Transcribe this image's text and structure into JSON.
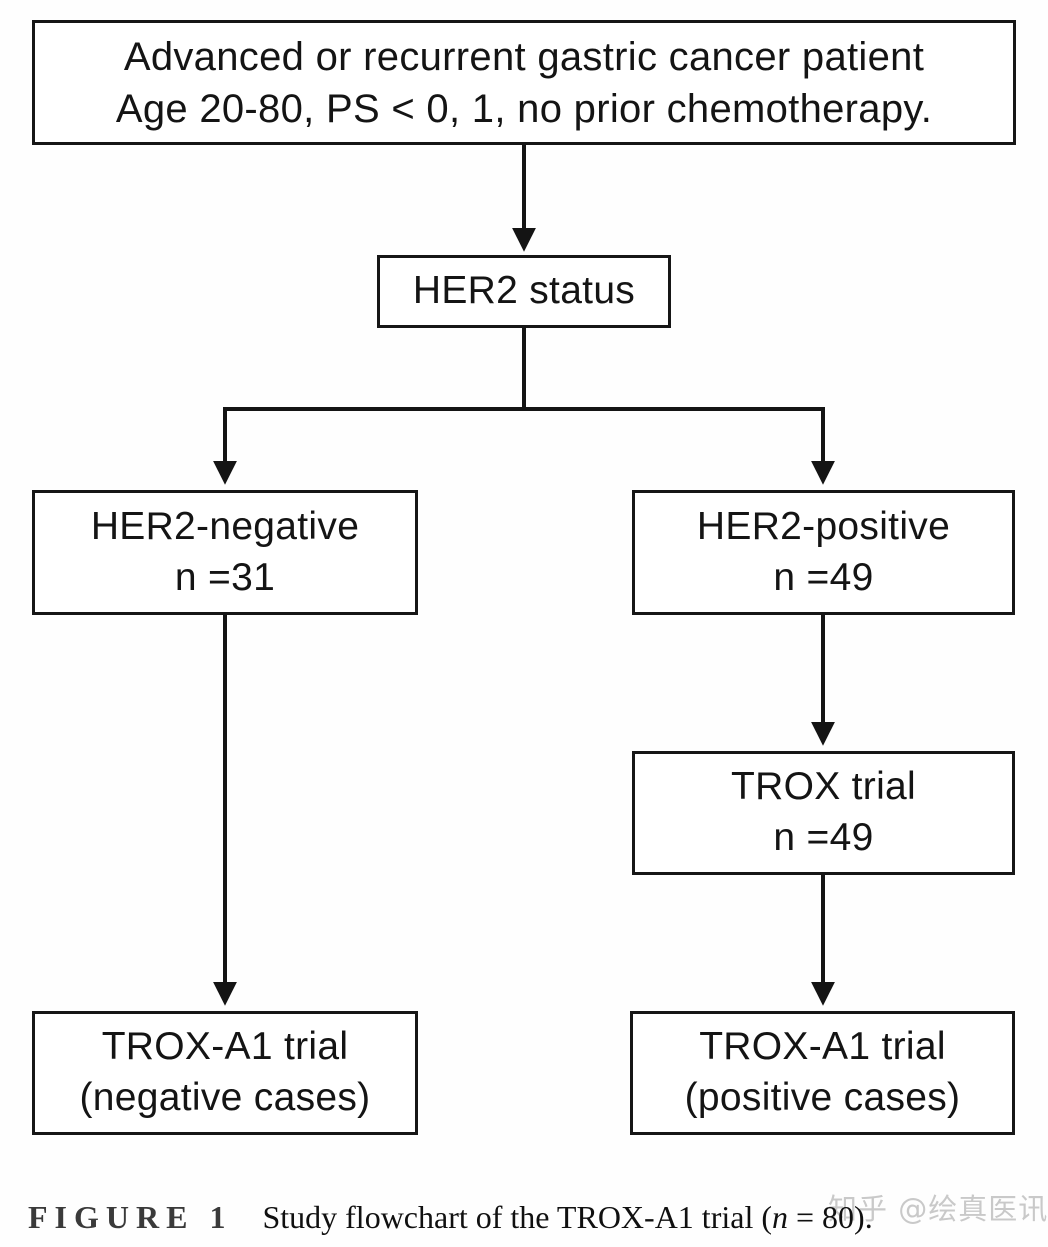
{
  "flowchart": {
    "stroke_color": "#141414",
    "box_border_color": "#161616",
    "box_fill_color": "#ffffff",
    "boxes": {
      "eligibility": {
        "line1": "Advanced or recurrent gastric cancer patient",
        "line2": "Age 20-80, PS < 0, 1, no prior chemotherapy."
      },
      "her2_status": {
        "line1": "HER2 status"
      },
      "her2_negative": {
        "line1": "HER2-negative",
        "line2": "n =31"
      },
      "her2_positive": {
        "line1": "HER2-positive",
        "line2": "n =49"
      },
      "trox_trial": {
        "line1": "TROX trial",
        "line2": "n =49"
      },
      "trox_a1_negative": {
        "line1": "TROX-A1 trial",
        "line2": "(negative cases)"
      },
      "trox_a1_positive": {
        "line1": "TROX-A1 trial",
        "line2": "(positive cases)"
      }
    }
  },
  "caption": {
    "label": "FIGURE 1",
    "text": "Study flowchart of the TROX-A1 trial (",
    "variable": "n",
    "suffix": " = 80)."
  },
  "watermark": {
    "text": "知乎 @绘真医讯",
    "color": "#c9c9c9"
  }
}
